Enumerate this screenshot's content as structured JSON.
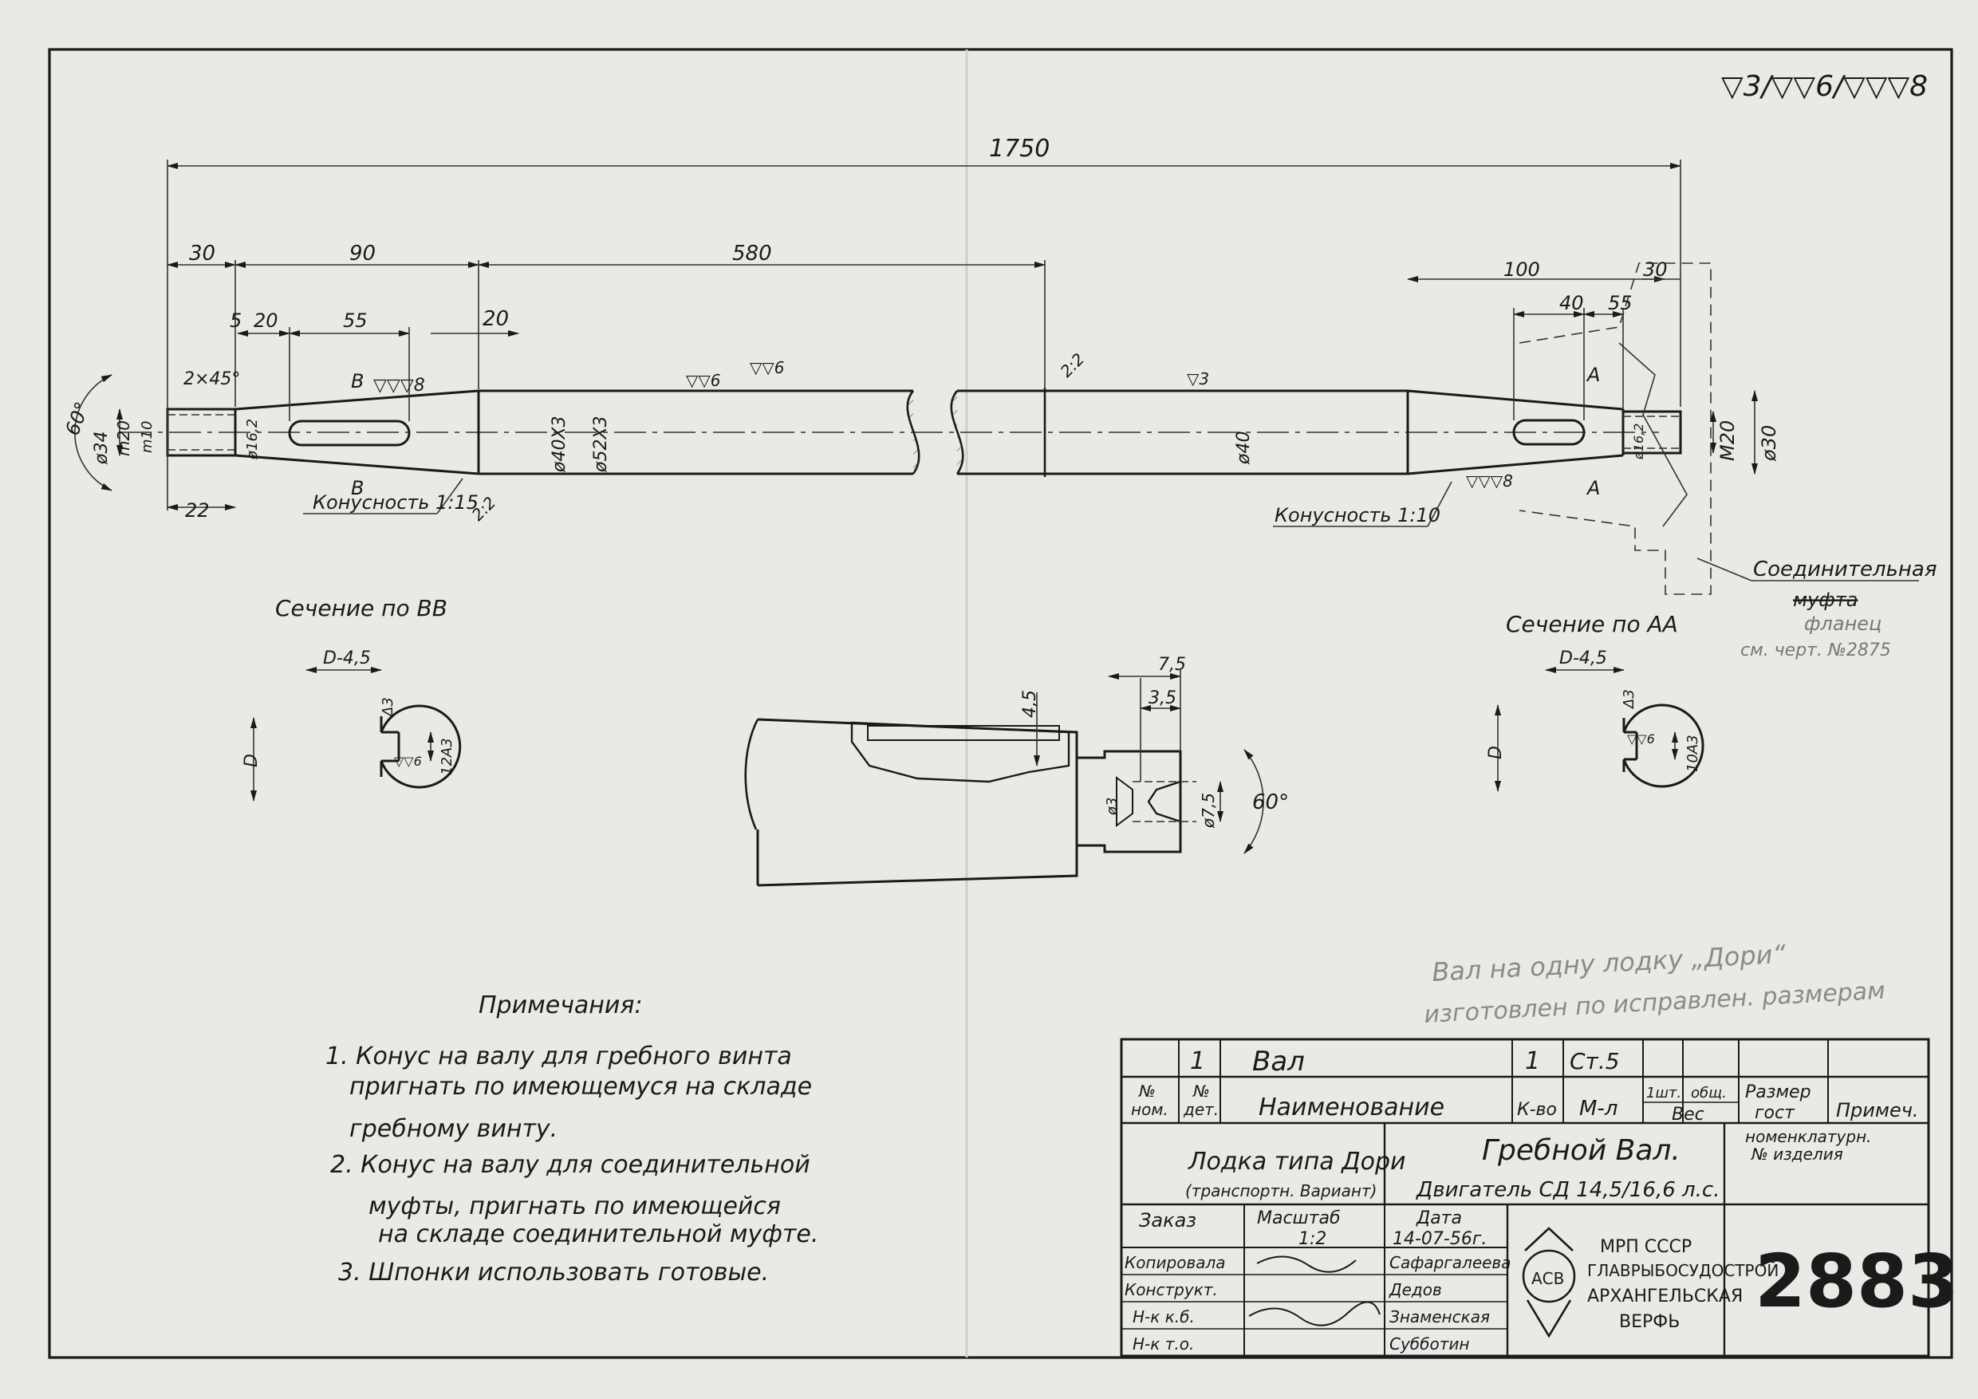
{
  "roughness_marks": "▽3/▽▽6/▽▽▽8",
  "dimensions": {
    "total": "1750",
    "d30": "30",
    "d90": "90",
    "d580": "580",
    "d5": "5",
    "d20a": "20",
    "d55a": "55",
    "d20b": "20",
    "d22": "22",
    "d100": "100",
    "d30r": "30",
    "d40r": "40",
    "d55r": "55",
    "chamfer": "2×45°",
    "angle60": "60°",
    "dia34": "ø34",
    "m20l": "m20",
    "m10l": "m10",
    "dia162": "ø16,2",
    "dia40x3": "ø40X3",
    "dia52x3": "ø52X3",
    "dia40": "ø40",
    "dia162r": "ø16,2",
    "m20r": "M20",
    "dia30r": "ø30",
    "sec_v1": "В",
    "sec_v2": "В",
    "sec_a1": "А",
    "sec_a2": "А",
    "rough8a": "▽▽▽8",
    "rough6a": "▽▽6",
    "rough6b": "▽▽6",
    "rough3": "▽3",
    "rough8b": "▽▽▽8",
    "ratio_a": "2:2",
    "ratio_b": "2:2",
    "taper_left": "Конусность 1:15",
    "taper_right": "Конусность 1:10",
    "coupling": "Соединительная",
    "coupling2": "муфта",
    "hand_flange": "фланец",
    "hand_flange2": "см. черт. №2875"
  },
  "sections": {
    "bb_title": "Сечение по ВВ",
    "aa_title": "Сечение по АА",
    "bb_key": "D-4,5",
    "aa_key": "D-4,5",
    "bb_d": "D",
    "aa_d": "D",
    "bb_w": "12A3",
    "aa_w": "10A3",
    "bb_tri": "Δ3",
    "aa_tri": "Δ3",
    "bb_r": "▽▽6",
    "aa_r": "▽▽6"
  },
  "detail": {
    "d45": "4,5",
    "d75": "7,5",
    "d35": "3,5",
    "dia3": "ø3",
    "dia75": "ø7,5",
    "angle": "60°"
  },
  "handwritten": {
    "line1": "Вал на одну лодку „Дори“",
    "line2": "изготовлен по исправлен. размерам"
  },
  "notes": {
    "title": "Примечания:",
    "n1a": "1. Конус на валу для гребного винта",
    "n1b": "пригнать по имеющемуся на складе",
    "n1c": "гребному винту.",
    "n2a": "2. Конус на валу для соединительной",
    "n2b": "муфты, пригнать по имеющейся",
    "n2c": "на складе соединительной муфте.",
    "n3": "3. Шпонки использовать готовые."
  },
  "title_block": {
    "row_num": "1",
    "part_name": "Вал",
    "qty": "1",
    "material": "Ст.5",
    "h_no": "№",
    "h_nom": "ном.",
    "h_no2": "№",
    "h_det": "дет.",
    "h_name": "Наименование",
    "h_qty": "К-во",
    "h_mat": "М-л",
    "h_one": "1шт.",
    "h_total": "общ.",
    "h_weight": "Вес",
    "h_size": "Размер",
    "h_gost": "гост",
    "h_note": "Примеч.",
    "boat1": "Лодка типа Дори",
    "boat2": "(транспортн. Вариант)",
    "drawing_title": "Гребной Вал.",
    "engine": "Двигатель СД 14,5/16,6 л.с.",
    "nomen1": "номенклатурн.",
    "nomen2": "№ изделия",
    "order": "Заказ",
    "scale_label": "Масштаб",
    "scale": "1:2",
    "date_label": "Дата",
    "date": "14-07-56г.",
    "r1_role": "Копировала",
    "r1_name": "Сафаргалеева",
    "r2_role": "Конструкт.",
    "r2_name": "Дедов",
    "r3_role": "Н-к к.б.",
    "r3_name": "Знаменская",
    "r4_role": "Н-к т.о.",
    "r4_name": "Субботин",
    "org1": "МРП СССР",
    "org2": "ГЛАВРЫБОСУДОСТРОЙ",
    "org3": "АРХАНГЕЛЬСКАЯ",
    "org4": "ВЕРФЬ",
    "logo_text": "АСВ",
    "drawing_no": "2883"
  }
}
